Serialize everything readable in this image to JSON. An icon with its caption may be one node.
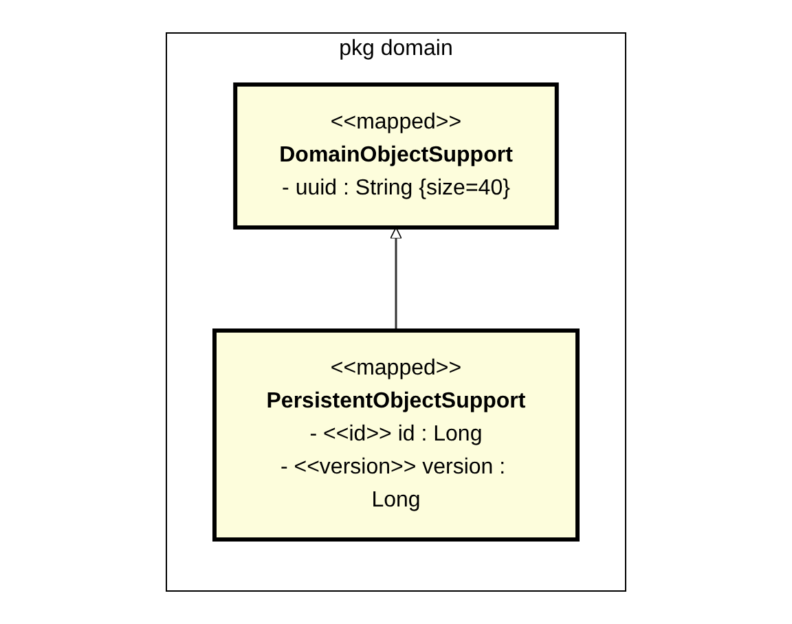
{
  "diagram": {
    "nodes": [
      {
        "text": [
          "pkg domain"
        ]
      },
      {
        "text": [
          "<<mapped>>",
          "DomainObjectSupport",
          "- uuid : String {size=40}"
        ],
        "in": 0
      },
      {
        "text": [
          "<<mapped>>",
          "PersistentObjectSupport",
          "- <<id>> id : Long",
          "- <<version>> version : Long"
        ],
        "in": 0
      }
    ],
    "edges": [
      {
        "from": 2,
        "to": 1,
        "arrow": "to"
      }
    ]
  }
}
